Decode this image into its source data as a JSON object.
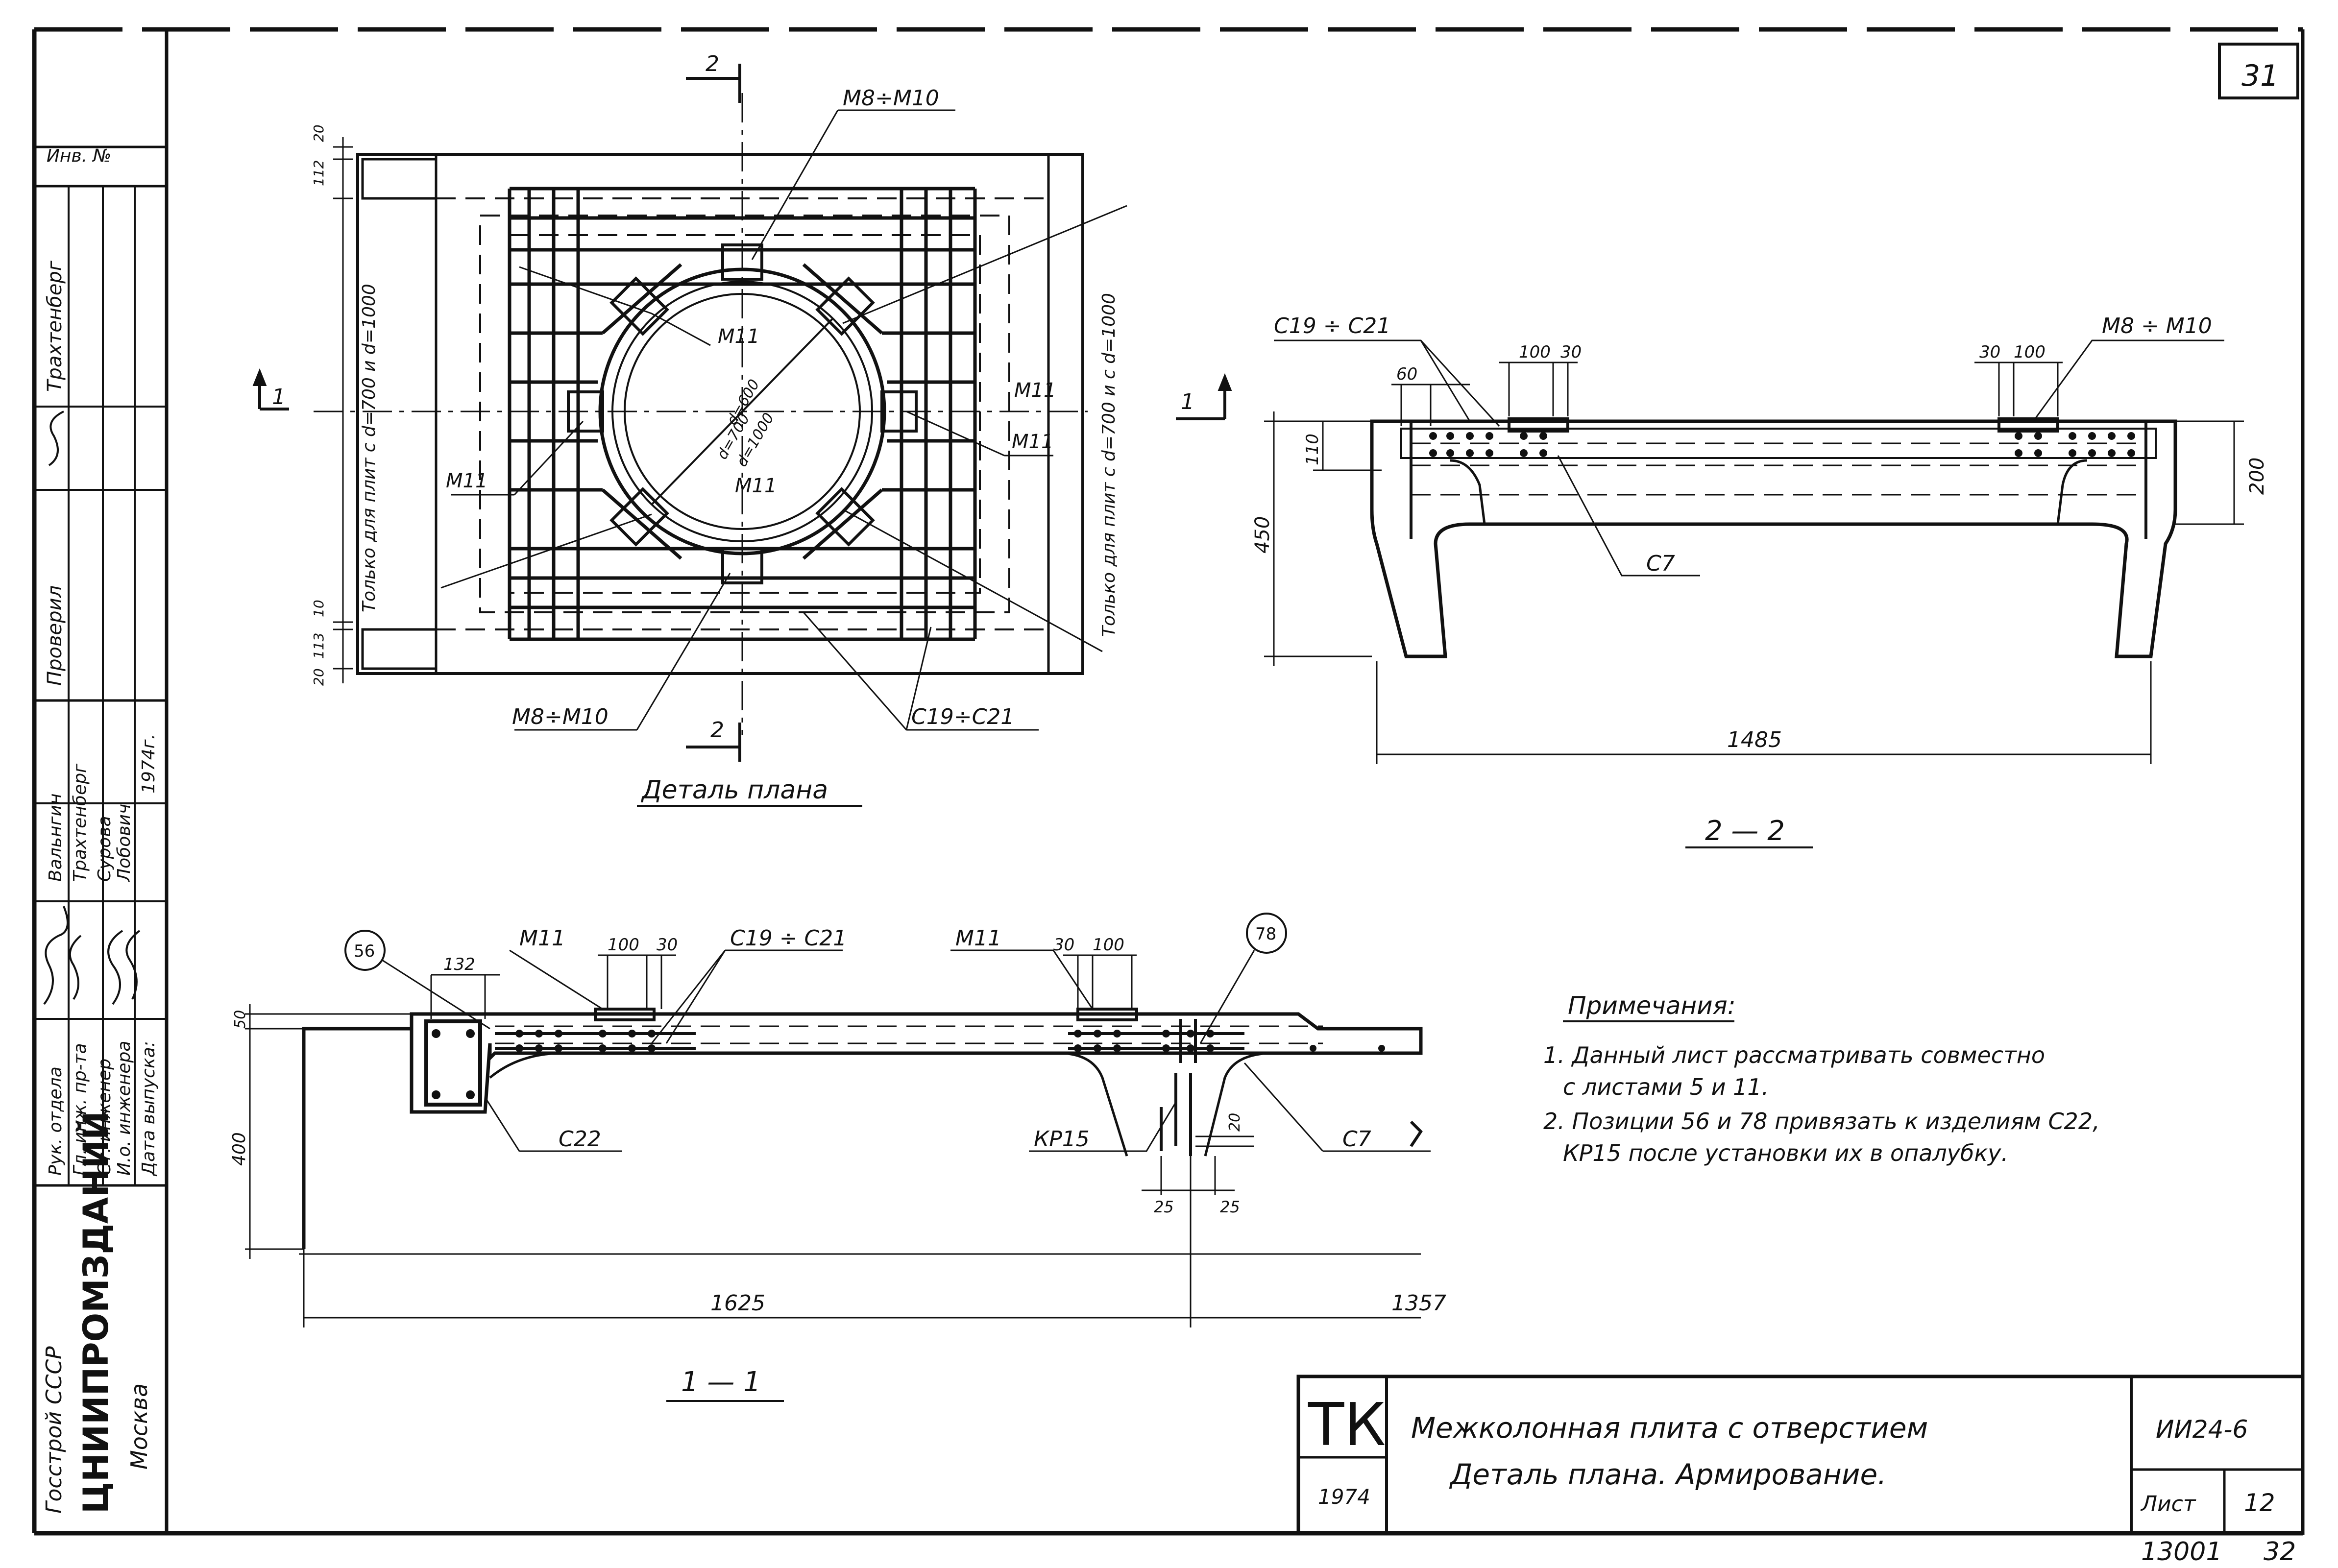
{
  "sheet_number": "31",
  "left_stamp": {
    "inv_label": "Инв. №",
    "org_line1": "Госстрой СССР",
    "org_line2": "ЦНИИПРОМЗДАНИЙ",
    "org_city": "Москва",
    "roles": [
      "Рук. отдела",
      "Гл. инж. пр-та",
      "Ст. инженер",
      "И.о. инженера",
      "Дата выпуска:"
    ],
    "names": [
      "Вальнгин",
      "Трахтенберг",
      "Сурова",
      "Лобович",
      "1974г."
    ],
    "checked_label": "Проверил",
    "checked_name": "Трахтенберг"
  },
  "plan": {
    "caption": "Деталь плана",
    "label_m8_top": "М8÷М10",
    "label_m8_bottom": "М8÷М10",
    "label_c19": "С19÷С21",
    "label_m11": "М11",
    "d600": "d=600",
    "d700": "d=700",
    "d1000": "d=1000",
    "left_vertical_note": "Только для плит с d=700 и d=1000",
    "right_vertical_note": "Только для плит с d=700 и с d=1000",
    "cut1": "1",
    "cut2": "2",
    "dims_left": [
      "20",
      "112",
      "10",
      "113",
      "20"
    ]
  },
  "section22": {
    "caption": "2 — 2",
    "label_c19": "С19 ÷ С21",
    "label_m8": "М8 ÷ М10",
    "label_c7": "С7",
    "dim_60": "60",
    "dim_100": "100",
    "dim_30": "30",
    "dim_110": "110",
    "dim_450": "450",
    "dim_200": "200",
    "dim_1485": "1485",
    "cut1": "1"
  },
  "section11": {
    "caption": "1 — 1",
    "label_m11": "М11",
    "label_c19": "С19 ÷ С21",
    "label_c22": "С22",
    "label_kp15": "КР15",
    "label_c7": "С7",
    "pos56": "56",
    "pos78": "78",
    "dim_132": "132",
    "dim_100": "100",
    "dim_30": "30",
    "dim_50": "50",
    "dim_400": "400",
    "dim_20": "20",
    "dim_25": "25",
    "dim_1625": "1625",
    "dim_1357": "1357"
  },
  "notes": {
    "title": "Примечания:",
    "lines": [
      "1. Данный лист рассматривать совместно",
      "с листами 5 и 11.",
      "2. Позиции 56 и 78 привязать к изделиям С22,",
      "КР15 после установки их в опалубку."
    ]
  },
  "title_block": {
    "code": "ТК",
    "year": "1974",
    "title_line1": "Межколонная плита с отверстием",
    "title_line2": "Деталь плана. Армирование.",
    "series": "ИИ24-6",
    "sheet_label": "Лист",
    "sheet_no": "12"
  },
  "footer": {
    "inventory": "13001",
    "page": "32"
  }
}
